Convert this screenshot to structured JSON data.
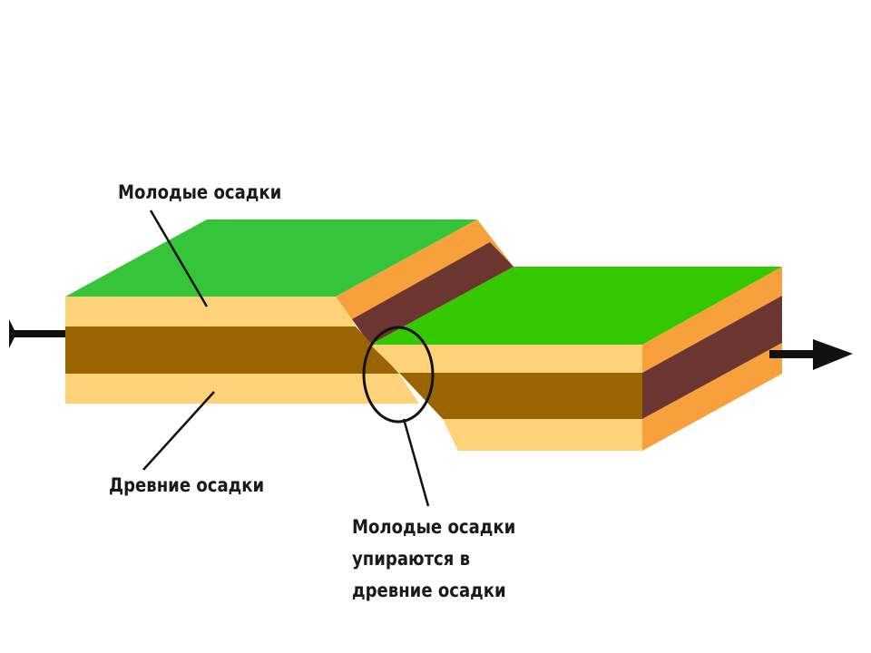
{
  "labels": {
    "young_sediments": "Молодые осадки",
    "ancient_sediments": "Древние осадки",
    "callout": [
      "Молодые осадки",
      "упираются в",
      "древние осадки"
    ]
  },
  "colors": {
    "top_surface_left": "#35c43a",
    "top_surface_right": "#33c800",
    "young_layer_front": "#ffd27a",
    "ancient_layer_front": "#9a6400",
    "side_orange": "#f7a03c",
    "side_maroon": "#6b3530",
    "line": "#111111"
  }
}
